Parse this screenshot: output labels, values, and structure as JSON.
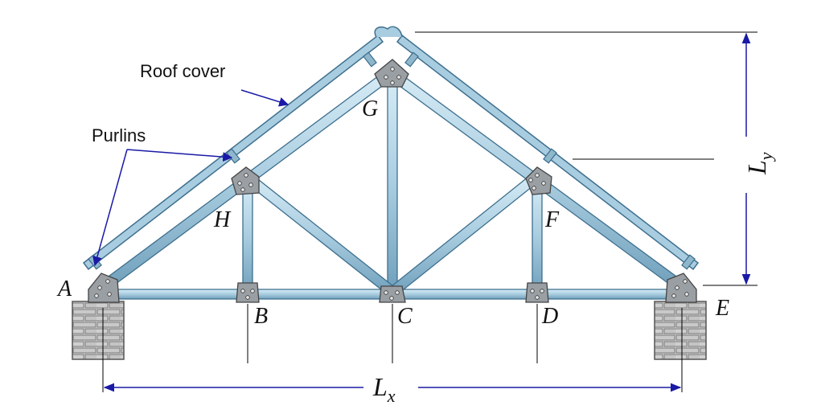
{
  "labels": {
    "roof_cover": "Roof cover",
    "purlins": "Purlins"
  },
  "nodes": {
    "A": "A",
    "B": "B",
    "C": "C",
    "D": "D",
    "E": "E",
    "F": "F",
    "G": "G",
    "H": "H"
  },
  "dimensions": {
    "lx_main": "L",
    "lx_sub": "x",
    "ly_main": "L",
    "ly_sub": "y"
  },
  "colors": {
    "member_fill": "#a9cde0",
    "member_edge": "#3e6f8e",
    "gusset": "#9a9fa4",
    "arrow": "#1a1aa6",
    "dim_line": "#000000"
  }
}
